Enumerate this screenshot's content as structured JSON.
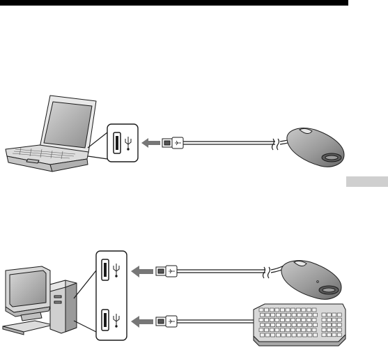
{
  "colors": {
    "header_bar": "#000000",
    "side_tab": "#cfcfcf",
    "line": "#1a1a1a",
    "arrow": "#777777",
    "device_gray": "#a8a8a8",
    "device_light": "#e2e2e2",
    "device_dark": "#6e6e6e",
    "background": "#ffffff"
  },
  "icons": {
    "usb_symbol": "usb-trident-icon",
    "usb_port": "usb-port-icon",
    "usb_plug": "usb-plug-icon",
    "arrow": "insert-arrow-icon",
    "cable_break": "cable-break-icon"
  },
  "diagram": {
    "panels": [
      {
        "id": "laptop-setup",
        "host": "laptop",
        "devices": [
          "mouse"
        ]
      },
      {
        "id": "desktop-setup",
        "host": "desktop",
        "devices": [
          "mouse",
          "keyboard"
        ]
      }
    ]
  }
}
